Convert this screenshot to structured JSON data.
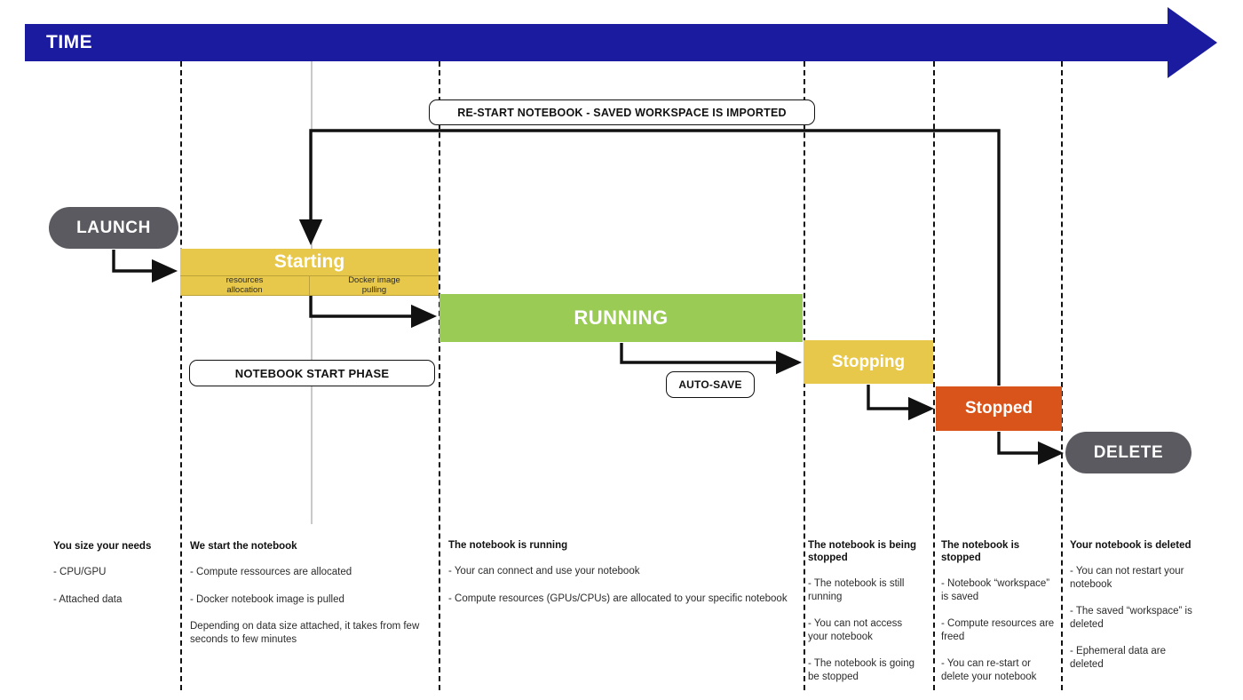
{
  "header": {
    "time_label": "TIME",
    "bar_color": "#1B1BA0"
  },
  "colors": {
    "time_bar": "#1B1BA0",
    "starting": "#E7C84A",
    "running": "#9ACB54",
    "stopping": "#E7C84A",
    "stopped": "#D9541B",
    "pill": "#5A5A60",
    "connector": "#111111"
  },
  "pills": [
    {
      "id": "launch",
      "label": "LAUNCH"
    },
    {
      "id": "delete",
      "label": "DELETE"
    }
  ],
  "phases": [
    {
      "id": "starting",
      "label": "Starting",
      "color": "#E7C84A",
      "sub_bands": [
        {
          "label": "resources\nallocation",
          "line1": "resources",
          "line2": "allocation"
        },
        {
          "label": "Docker image\npulling",
          "line1": "Docker image",
          "line2": "pulling"
        }
      ]
    },
    {
      "id": "running",
      "label": "RUNNING",
      "color": "#9ACB54"
    },
    {
      "id": "stopping",
      "label": "Stopping",
      "color": "#E7C84A"
    },
    {
      "id": "stopped",
      "label": "Stopped",
      "color": "#D9541B"
    }
  ],
  "callouts": [
    {
      "id": "restart",
      "label": "RE-START NOTEBOOK - SAVED WORKSPACE IS IMPORTED"
    },
    {
      "id": "startphase",
      "label": "NOTEBOOK START PHASE"
    },
    {
      "id": "autosave",
      "label": "AUTO-SAVE"
    }
  ],
  "notes": [
    {
      "heading": "You size your needs",
      "items": [
        "- CPU/GPU",
        "- Attached data"
      ]
    },
    {
      "heading": "We start the notebook",
      "items": [
        "- Compute ressources are allocated",
        "- Docker notebook image is pulled",
        "Depending on data size attached, it takes from few seconds to few minutes"
      ]
    },
    {
      "heading": "The notebook is running",
      "items": [
        "- Your can connect and use your notebook",
        "- Compute resources (GPUs/CPUs) are allocated to your specific notebook"
      ]
    },
    {
      "heading": "The notebook is being stopped",
      "items": [
        "- The notebook is still running",
        "- You can not access your notebook",
        "- The notebook is going be stopped"
      ]
    },
    {
      "heading": "The notebook is stopped",
      "items": [
        "- Notebook “workspace” is saved",
        "- Compute resources are freed",
        "- You can re-start or delete your notebook"
      ]
    },
    {
      "heading": "Your notebook is deleted",
      "items": [
        "- You can not restart your notebook",
        "- The saved “workspace” is deleted",
        "- Ephemeral data are deleted"
      ]
    }
  ]
}
